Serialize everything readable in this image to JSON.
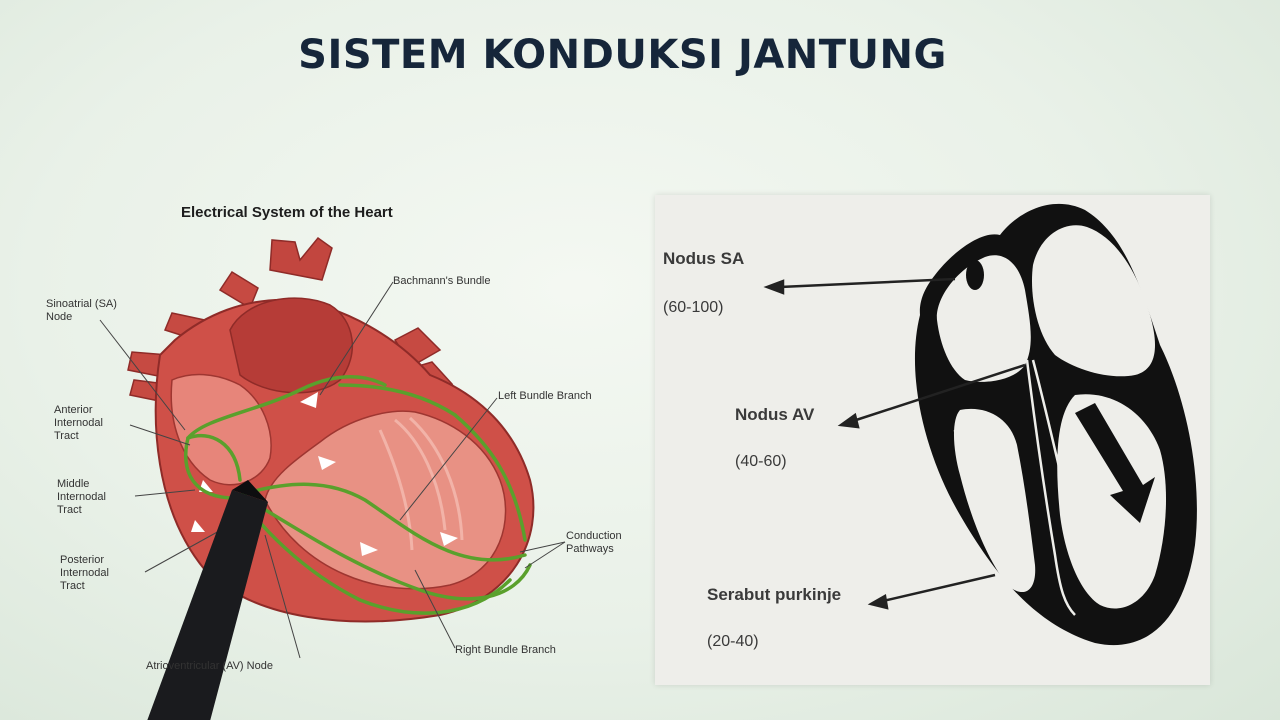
{
  "slide": {
    "title": "SISTEM KONDUKSI JANTUNG"
  },
  "left_diagram": {
    "title": "Electrical System of the Heart",
    "labels": {
      "sa_node": [
        "Sinoatrial (SA)",
        "Node"
      ],
      "bachmann": "Bachmann's Bundle",
      "anterior": [
        "Anterior",
        "Internodal",
        "Tract"
      ],
      "middle": [
        "Middle",
        "Internodal",
        "Tract"
      ],
      "posterior": [
        "Posterior",
        "Internodal",
        "Tract"
      ],
      "left_bundle": "Left Bundle Branch",
      "conduction": [
        "Conduction",
        "Pathways"
      ],
      "right_bundle": "Right Bundle Branch",
      "av_node": "Atrioventricular (AV) Node"
    }
  },
  "right_diagram": {
    "sa": {
      "name": "Nodus SA",
      "rate": "(60-100)"
    },
    "av": {
      "name": "Nodus AV",
      "rate": "(40-60)"
    },
    "purkinje": {
      "name": "Serabut purkinje",
      "rate": "(20-40)"
    }
  },
  "colors": {
    "heart_red": "#c94a42",
    "pathway_green": "#5aa02c",
    "ink": "#111111"
  }
}
